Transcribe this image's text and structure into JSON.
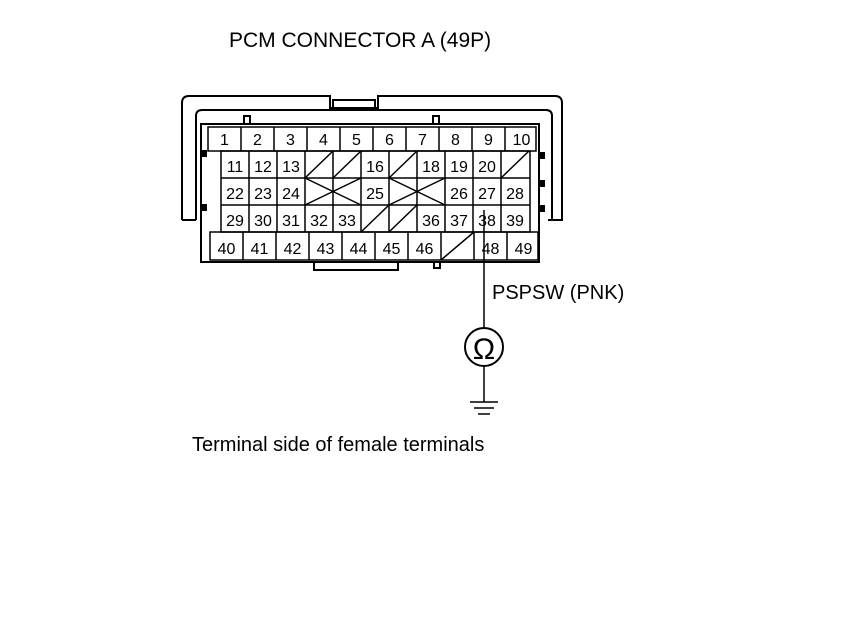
{
  "title": "PCM CONNECTOR A (49P)",
  "wire_label": "PSPSW (PNK)",
  "caption": "Terminal side of female terminals",
  "meter_symbol": "Ω",
  "probe_terminal": "38",
  "connector_rows": [
    [
      "1",
      "2",
      "3",
      "4",
      "5",
      "6",
      "7",
      "8",
      "9",
      "10"
    ],
    [
      "11",
      "12",
      "13",
      "",
      "",
      "16",
      "",
      "18",
      "19",
      "20",
      ""
    ],
    [
      "22",
      "23",
      "24",
      "",
      "",
      "25",
      "",
      "",
      "26",
      "27",
      "28"
    ],
    [
      "29",
      "30",
      "31",
      "32",
      "33",
      "",
      "",
      "36",
      "37",
      "38",
      "39"
    ],
    [
      "40",
      "41",
      "42",
      "43",
      "44",
      "45",
      "46",
      "",
      "48",
      "49"
    ]
  ]
}
